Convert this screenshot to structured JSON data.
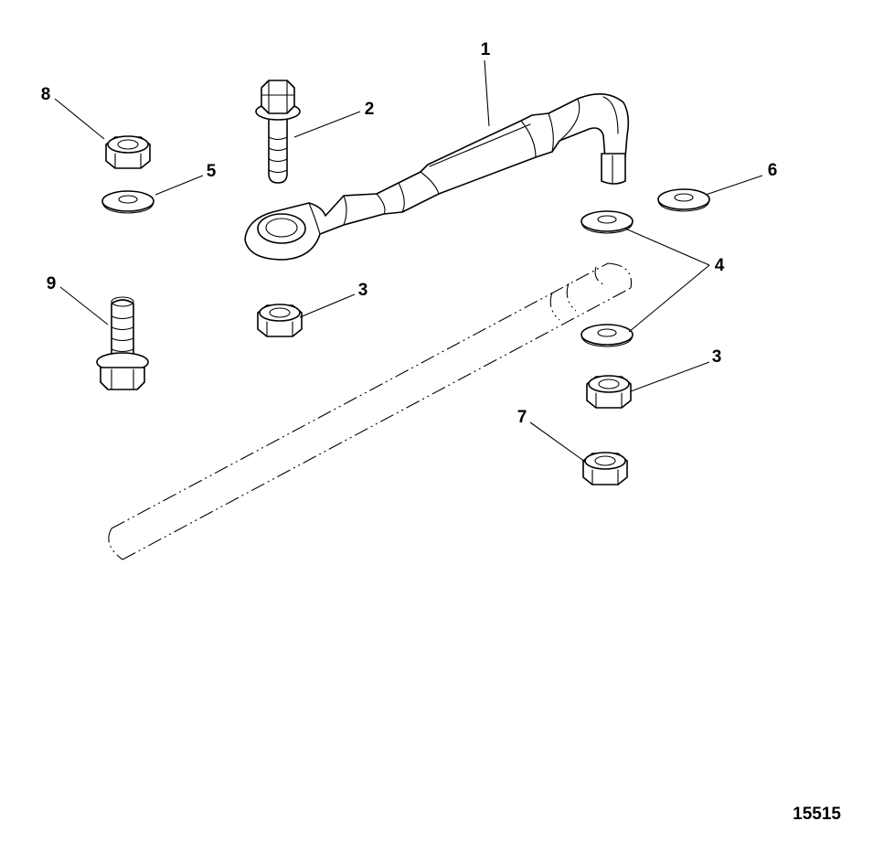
{
  "callouts": {
    "item_1": "1",
    "item_2": "2",
    "item_3a": "3",
    "item_3b": "3",
    "item_4": "4",
    "item_5": "5",
    "item_6": "6",
    "item_7": "7",
    "item_8": "8",
    "item_9": "9"
  },
  "figure_number": "15515",
  "colors": {
    "line": "#000000",
    "background": "#ffffff"
  }
}
